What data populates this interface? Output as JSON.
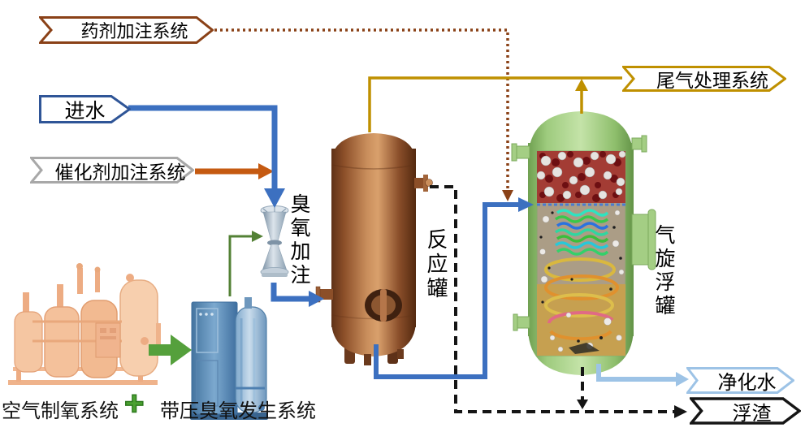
{
  "diagram_title": "",
  "labels": {
    "chemical_dosing_system": "药剂加注系统",
    "inlet_water": "进水",
    "catalyst_dosing_system": "催化剂加注系统",
    "tail_gas_treatment_system": "尾气处理系统",
    "purified_water": "净化水",
    "scum": "浮渣",
    "ozone_injection": "臭氧加注",
    "reaction_tank": "反应罐",
    "cyclone_flotation_tank": "气旋浮罐",
    "air_oxygen_system": "空气制氧系统",
    "plus_sign": "+",
    "pressurized_ozone_system": "带压臭氧发生系统"
  },
  "colors": {
    "chemical_dosing_border": "#8A4117",
    "inlet_water_border": "#2F5597",
    "catalyst_border": "#A8A8A8",
    "catalyst_arrow": "#C55A11",
    "tail_gas_gold": "#BF9000",
    "water_line_blue": "#3C70C0",
    "purified_water_blue": "#9DC3E6",
    "scum_dash_black": "#151515",
    "ozone_line_green": "#538135",
    "block_arrow_green": "#55A03C",
    "reaction_tank_copper": "#B5764A",
    "flotation_tank_green": "#A6D488"
  }
}
